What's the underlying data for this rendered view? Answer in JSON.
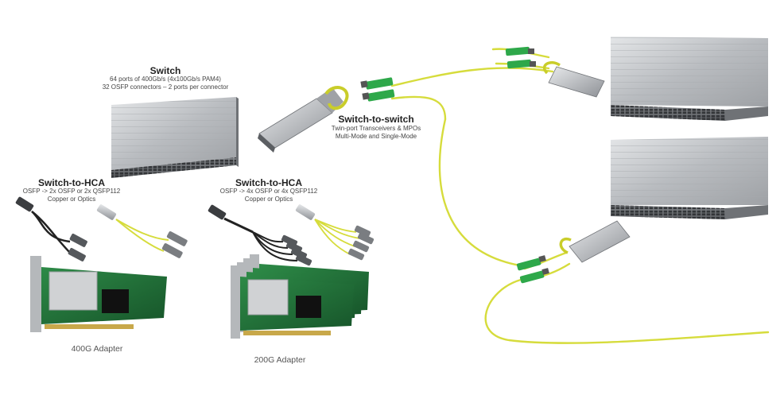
{
  "switch": {
    "title": "Switch",
    "line1": "64 ports of 400Gb/s (4x100Gb/s PAM4)",
    "line2": "32 OSFP connectors – 2 ports per connector"
  },
  "hca_left": {
    "title": "Switch-to-HCA",
    "line1": "OSFP -> 2x OSFP or 2x QSFP112",
    "line2": "Copper or Optics",
    "adapter_label": "400G Adapter"
  },
  "hca_right": {
    "title": "Switch-to-HCA",
    "line1": "OSFP -> 4x OSFP or 4x QSFP112",
    "line2": "Copper or Optics",
    "adapter_label": "200G Adapter"
  },
  "s2s": {
    "title": "Switch-to-switch",
    "line1": "Twin-port Transceivers & MPOs",
    "line2": "Multi-Mode and Single-Mode"
  },
  "colors": {
    "fiber": "#d6dc3c",
    "mpo": "#2ea84a",
    "pcb": "#1f6b35",
    "switch_top": "#b9bcc0",
    "switch_front": "#7c7f83",
    "bracket": "#b5b8bb",
    "handle": "#c9cd2a"
  }
}
